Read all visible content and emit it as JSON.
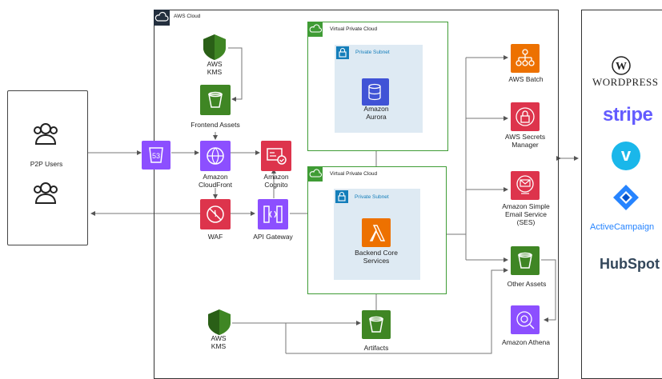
{
  "users": {
    "label": "P2P Users"
  },
  "aws_cloud": {
    "label": "AWS Cloud"
  },
  "vpc_top": {
    "label": "Virtual Private Cloud",
    "subnet": "Private Subnet",
    "service": "Amazon\nAurora"
  },
  "vpc_bottom": {
    "label": "Virtual Private Cloud",
    "subnet": "Private Subnet",
    "service": "Backend Core\nServices"
  },
  "services": {
    "kms_top": "AWS\nKMS",
    "frontend_assets": "Frontend Assets",
    "cloudfront": "Amazon\nCloudFront",
    "cognito": "Amazon\nCognito",
    "waf": "WAF",
    "api_gateway": "API Gateway",
    "kms_bottom": "AWS\nKMS",
    "artifacts": "Artifacts",
    "batch": "AWS Batch",
    "secrets": "AWS Secrets\nManager",
    "ses": "Amazon Simple\nEmail Service\n(SES)",
    "other_assets": "Other Assets",
    "athena": "Amazon Athena",
    "route53": "53"
  },
  "integrations": {
    "wordpress": "WordPress",
    "stripe": "stripe",
    "vimeo": "v",
    "activecampaign": "ActiveCampaign",
    "hubspot": "HubSpot"
  },
  "colors": {
    "storage": "#3f8624",
    "networking": "#8c4fff",
    "security": "#dd344c",
    "compute": "#ed7100",
    "database": "#4053d6",
    "vpc": "#3f9c35",
    "subnet_fill": "#deeaf3",
    "subnet_tab": "#147eba",
    "stripe": "#635bff",
    "vimeo": "#1ab7ea",
    "jira": "#2684ff",
    "hubspot": "#33475b"
  }
}
